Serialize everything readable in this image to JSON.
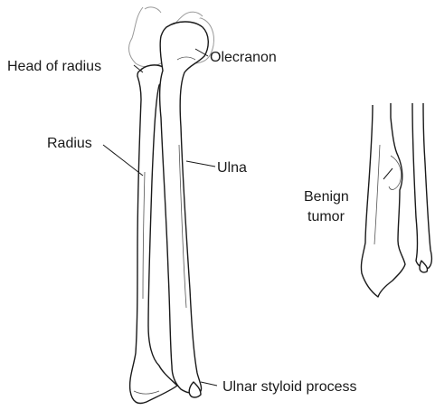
{
  "labels": {
    "head_of_radius": "Head of radius",
    "olecranon": "Olecranon",
    "radius": "Radius",
    "ulna": "Ulna",
    "benign_tumor_line1": "Benign",
    "benign_tumor_line2": "tumor",
    "ulnar_styloid_process": "Ulnar styloid process"
  },
  "colors": {
    "ink": "#1a1a1a",
    "faint_ink": "#9a9a9a",
    "background": "#ffffff"
  }
}
